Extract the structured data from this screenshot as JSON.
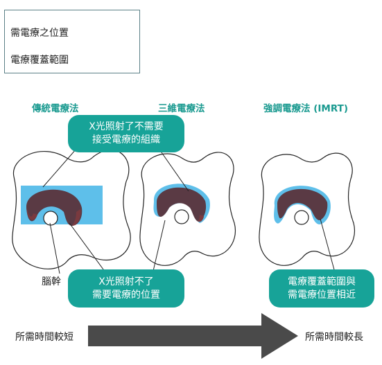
{
  "legend": {
    "tumor_label": "需電療之位置",
    "coverage_label": "電療覆蓋範圍"
  },
  "methods": [
    {
      "title": "傳統電療法"
    },
    {
      "title": "三維電療法"
    },
    {
      "title": "強調電療法 (IMRT)"
    }
  ],
  "callouts": {
    "top": [
      "X光照射了不需要",
      "接受電療的組織"
    ],
    "bottom_center": [
      "X光照射不了",
      "需要電療的位置"
    ],
    "bottom_right": [
      "電療覆蓋範圍與",
      "需電療位置相近"
    ]
  },
  "brainstem_label": "腦幹",
  "timeline": {
    "left_label": "所需時間較短",
    "right_label": "所需時間較長"
  },
  "colors": {
    "tumor": "#6b3c44",
    "coverage": "#5ebfea",
    "callout": "#17a398",
    "title": "#1a9a90",
    "arrow": "#4a4a4a"
  }
}
